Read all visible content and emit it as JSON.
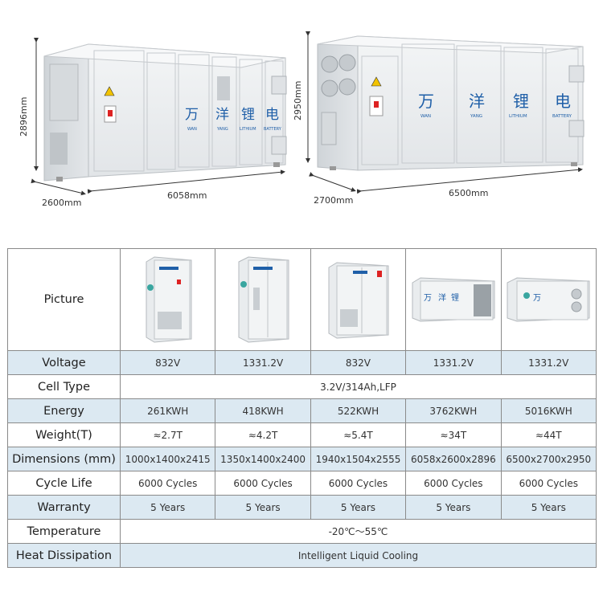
{
  "hero": {
    "left_unit": {
      "height": "2896mm",
      "depth": "2600mm",
      "length": "6058mm",
      "brand_chars": [
        "万",
        "洋",
        "锂",
        "电"
      ],
      "brand_sub": [
        "WAN",
        "YANG",
        "LITHIUM",
        "BATTERY"
      ]
    },
    "right_unit": {
      "height": "2950mm",
      "depth": "2700mm",
      "length": "6500mm",
      "brand_chars": [
        "万",
        "洋",
        "锂",
        "电"
      ],
      "brand_sub": [
        "WAN",
        "YANG",
        "LITHIUM",
        "BATTERY"
      ]
    }
  },
  "table": {
    "rows": [
      {
        "label": "Picture"
      },
      {
        "label": "Voltage",
        "values": [
          "832V",
          "1331.2V",
          "832V",
          "1331.2V",
          "1331.2V"
        ]
      },
      {
        "label": "Cell Type",
        "merged": "3.2V/314Ah,LFP"
      },
      {
        "label": "Energy",
        "values": [
          "261KWH",
          "418KWH",
          "522KWH",
          "3762KWH",
          "5016KWH"
        ]
      },
      {
        "label": "Weight(T)",
        "values": [
          "≈2.7T",
          "≈4.2T",
          "≈5.4T",
          "≈34T",
          "≈44T"
        ]
      },
      {
        "label": "Dimensions (mm)",
        "values": [
          "1000x1400x2415",
          "1350x1400x2400",
          "1940x1504x2555",
          "6058x2600x2896",
          "6500x2700x2950"
        ]
      },
      {
        "label": "Cycle Life",
        "values": [
          "6000 Cycles",
          "6000 Cycles",
          "6000 Cycles",
          "6000 Cycles",
          "6000 Cycles"
        ]
      },
      {
        "label": "Warranty",
        "values": [
          "5 Years",
          "5 Years",
          "5 Years",
          "5 Years",
          "5 Years"
        ]
      },
      {
        "label": "Temperature",
        "merged": "-20℃～55℃"
      },
      {
        "label": "Heat Dissipation",
        "merged": "Intelligent Liquid Cooling"
      }
    ]
  },
  "colors": {
    "alt_row": "#dce9f2",
    "border": "#8a8a8a",
    "brand_blue": "#1f5fa8",
    "cabinet": "#e9ecee"
  }
}
